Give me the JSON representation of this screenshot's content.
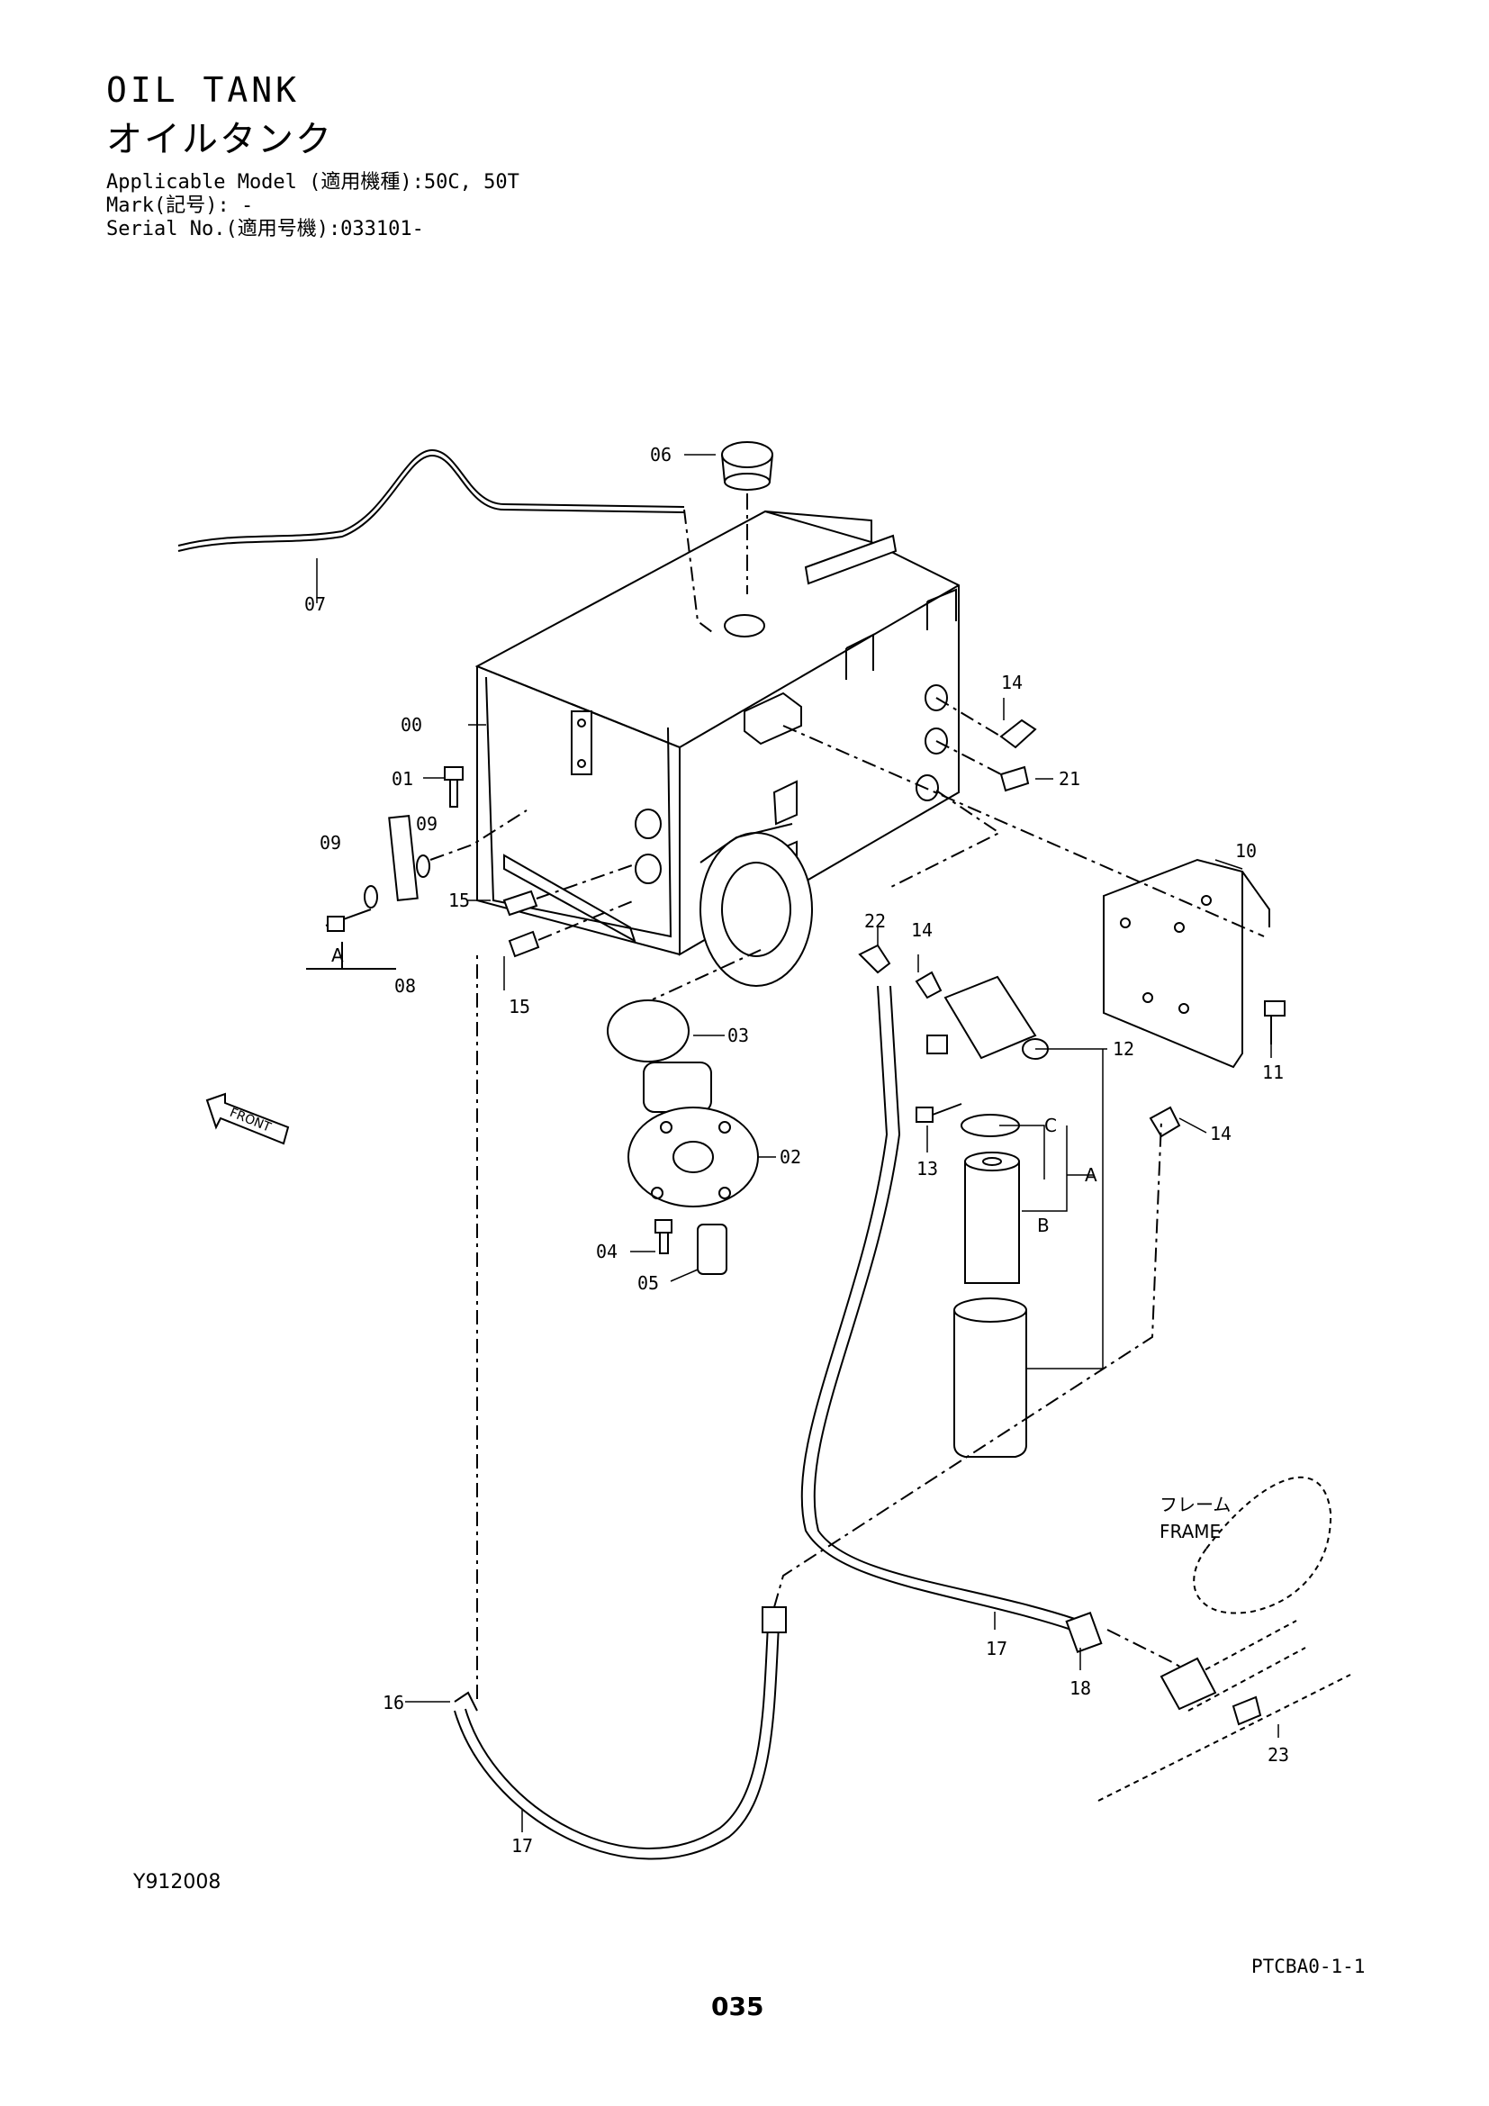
{
  "header": {
    "title_en": "OIL TANK",
    "title_jp": "オイルタンク",
    "applicable_model": "Applicable Model (適用機種):50C, 50T",
    "mark": "Mark(記号): -",
    "serial_no": "Serial No.(適用号機):033101-"
  },
  "callouts": {
    "p00": "00",
    "p01": "01",
    "p02": "02",
    "p03": "03",
    "p04": "04",
    "p05": "05",
    "p06": "06",
    "p07": "07",
    "p08": "08",
    "p09": "09",
    "p10": "10",
    "p11": "11",
    "p12": "12",
    "p13": "13",
    "p14": "14",
    "p15": "15",
    "p16": "16",
    "p17": "17",
    "p18": "18",
    "p21": "21",
    "p22": "22",
    "p23": "23",
    "ref_a": "A",
    "ref_b": "B",
    "ref_c": "C"
  },
  "front_label": "FRONT",
  "frame_label_jp": "フレーム",
  "frame_label_en": "FRAME",
  "footer": {
    "drawing_ref": "Y912008",
    "page_code": "PTCBA0-1-1",
    "page_number": "035"
  }
}
